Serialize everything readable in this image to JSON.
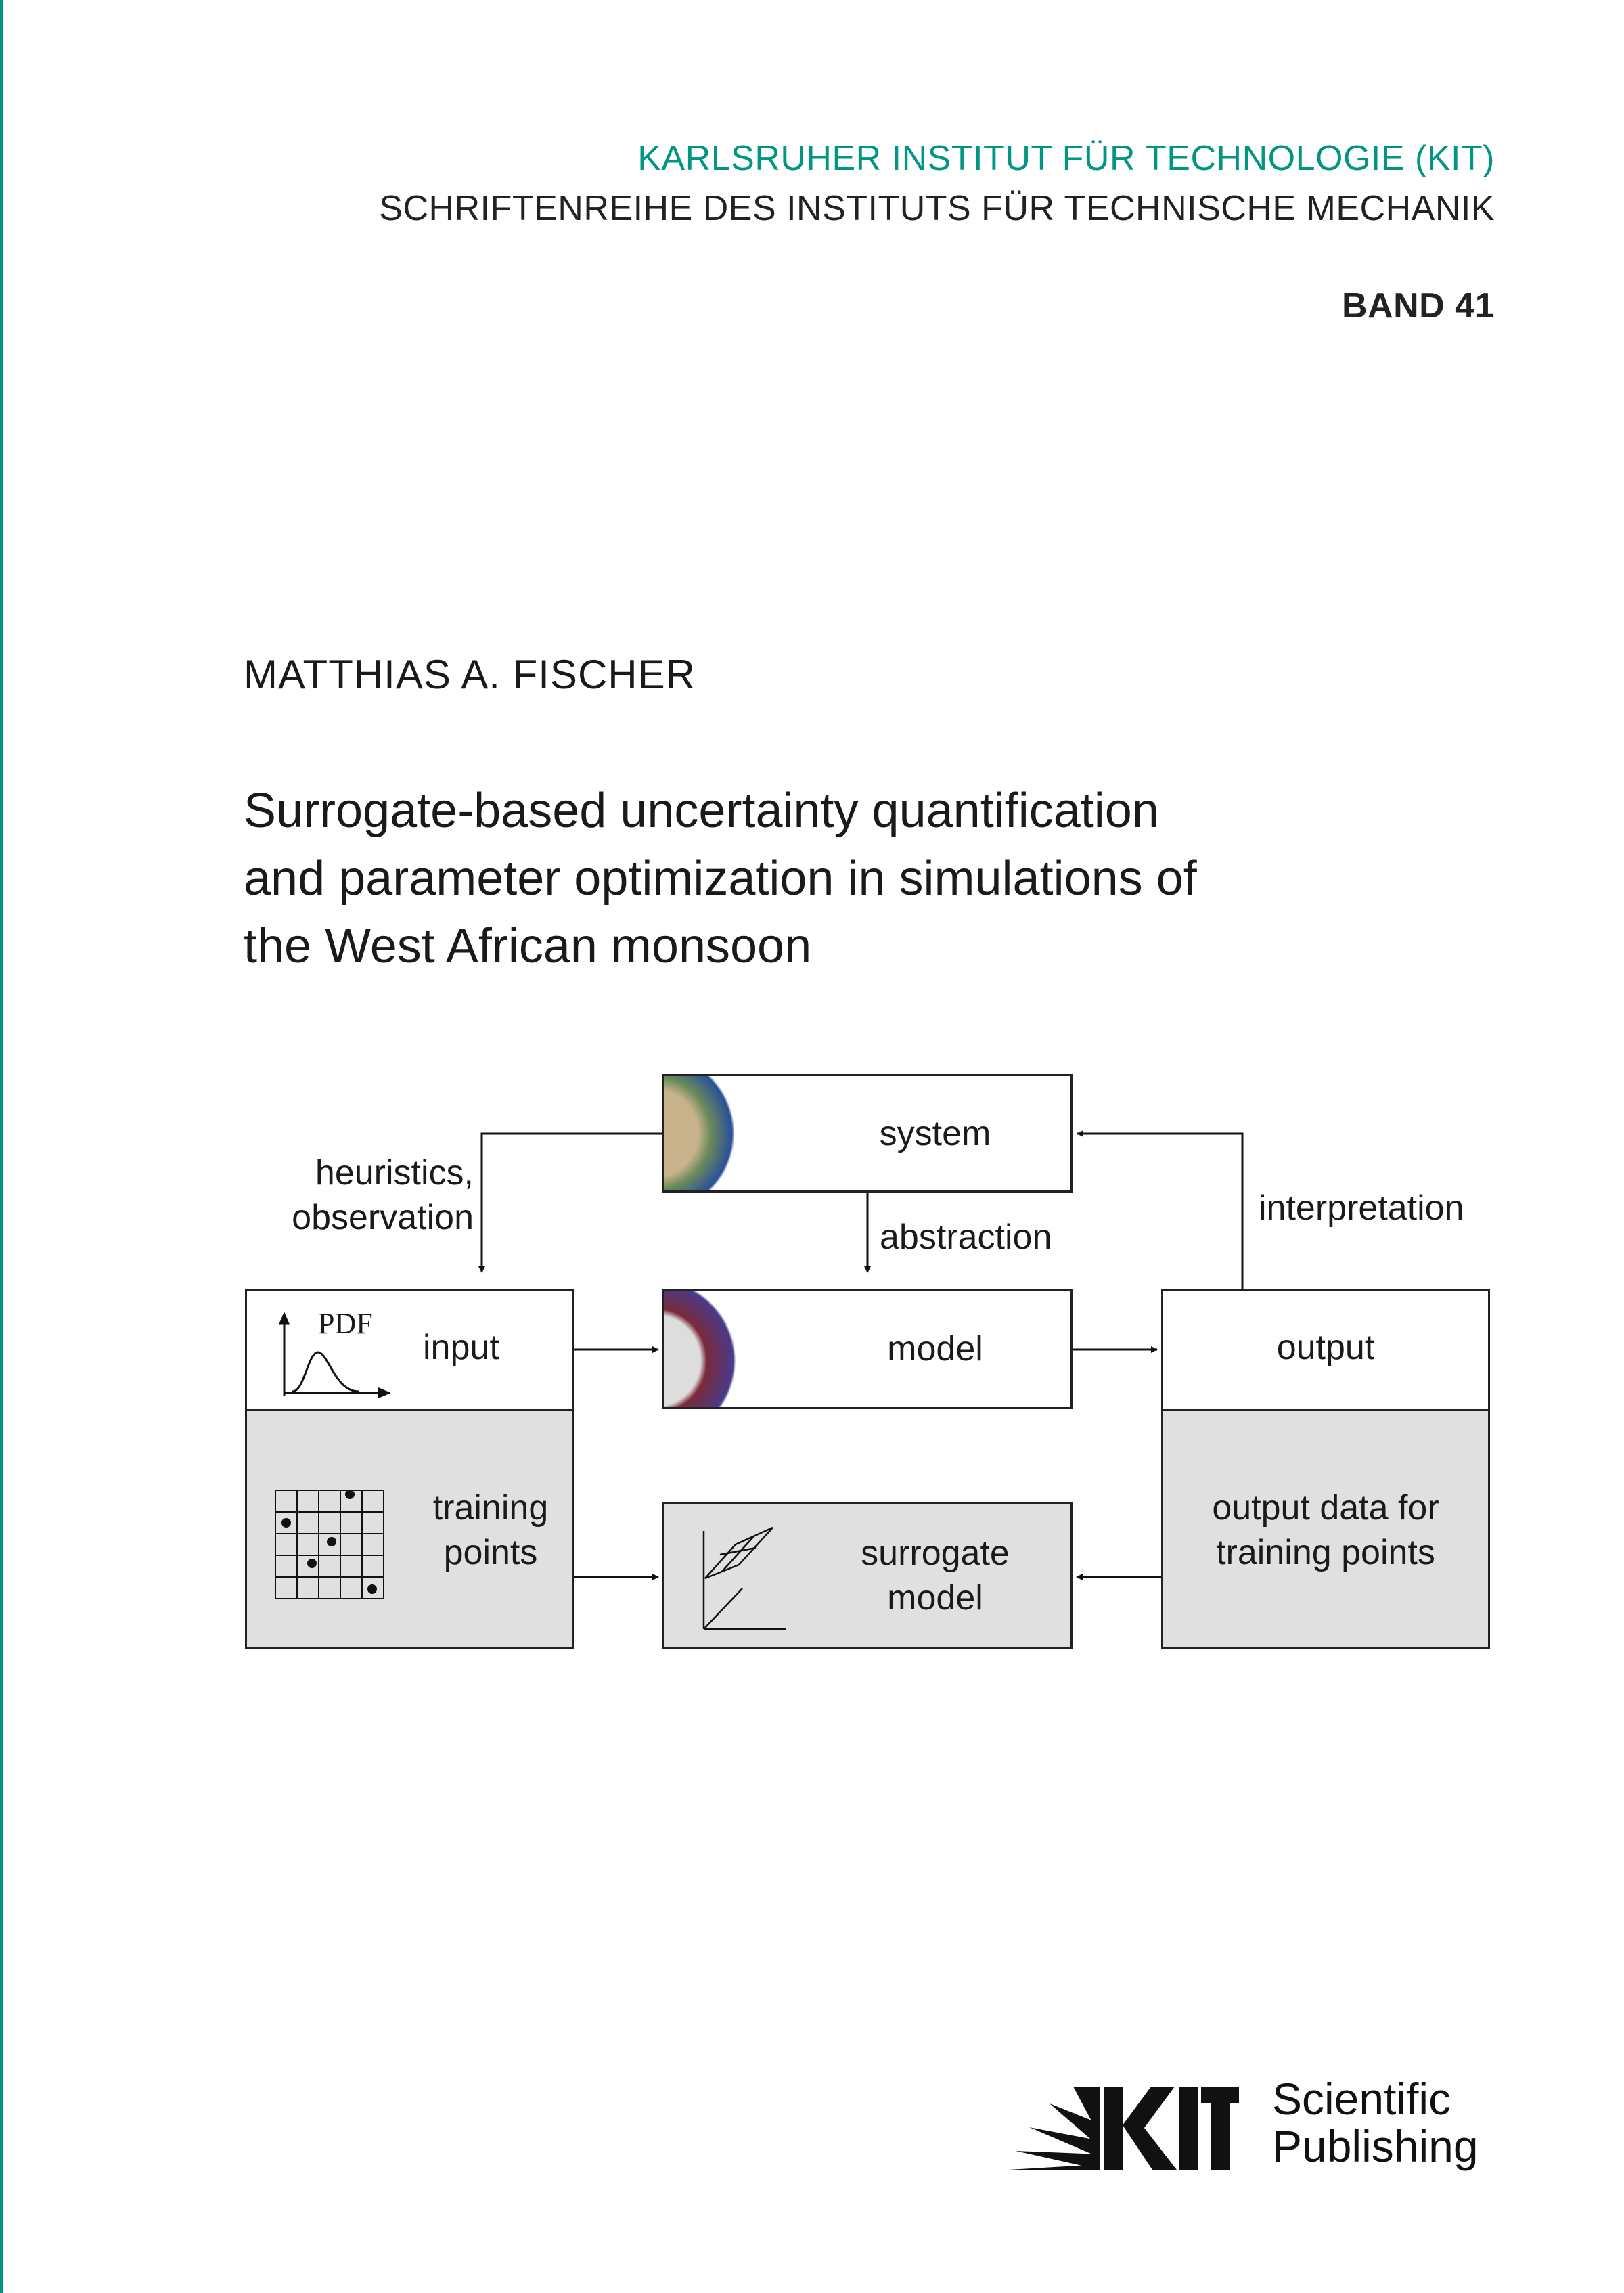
{
  "header": {
    "institute": "KARLSRUHER INSTITUT FÜR TECHNOLOGIE (KIT)",
    "series": "SCHRIFTENREIHE DES INSTITUTS FÜR TECHNISCHE MECHANIK",
    "volume": "BAND 41"
  },
  "author": "MATTHIAS A. FISCHER",
  "title": [
    "Surrogate-based uncertainty quantification",
    "and parameter optimization in simulations of",
    "the West African monsoon"
  ],
  "diagram": {
    "system": "system",
    "model": "model",
    "input": "input",
    "pdf": "PDF",
    "output": "output",
    "training_points": [
      "training",
      "points"
    ],
    "surrogate_model": [
      "surrogate",
      "model"
    ],
    "output_data": [
      "output data for",
      "training points"
    ],
    "heuristics": [
      "heuristics,",
      "observation"
    ],
    "abstraction": "abstraction",
    "interpretation": "interpretation"
  },
  "publisher": {
    "logo": "KIT",
    "name": [
      "Scientific",
      "Publishing"
    ]
  },
  "colors": {
    "accent": "#009682"
  }
}
